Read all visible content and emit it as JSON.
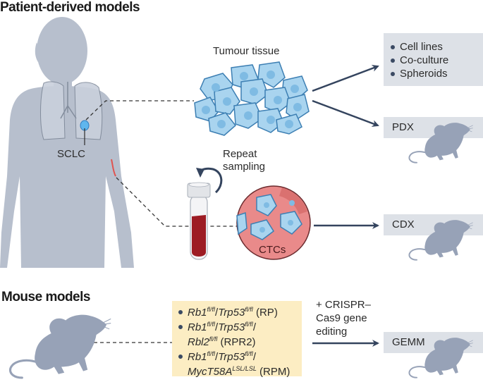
{
  "sections": {
    "patient_title": "Patient-derived models",
    "mouse_title": "Mouse models"
  },
  "labels": {
    "sclc": "SCLC",
    "tumour_tissue": "Tumour tissue",
    "repeat_sampling_line1": "Repeat",
    "repeat_sampling_line2": "sampling",
    "ctcs": "CTCs",
    "crispr_line1": "+ CRISPR–",
    "crispr_line2": "Cas9 gene",
    "crispr_line3": "editing"
  },
  "outputs": {
    "culture_items": [
      "Cell lines",
      "Co-culture",
      "Spheroids"
    ],
    "pdx": "PDX",
    "cdx": "CDX",
    "gemm": "GEMM"
  },
  "genotypes": [
    {
      "parts": [
        {
          "gene": "Rb1",
          "sup": "fl/fl"
        },
        {
          "sep": "/"
        },
        {
          "gene": "Trp53",
          "sup": "fl/fl"
        }
      ],
      "suffix": " (RP)"
    },
    {
      "parts": [
        {
          "gene": "Rb1",
          "sup": "fl/fl"
        },
        {
          "sep": "/"
        },
        {
          "gene": "Trp53",
          "sup": "fl/fl"
        },
        {
          "sep": "/"
        },
        {
          "gene": "Rbl2",
          "sup": "fl/fl"
        }
      ],
      "suffix": " (RPR2)"
    },
    {
      "parts": [
        {
          "gene": "Rb1",
          "sup": "fl/fl"
        },
        {
          "sep": "/"
        },
        {
          "gene": "Trp53",
          "sup": "fl/fl"
        },
        {
          "sep": "/"
        },
        {
          "gene": "MycT58A",
          "sup": "LSL/LSL"
        }
      ],
      "suffix": " (RPM)"
    }
  ],
  "icons": {
    "human": "human-silhouette",
    "mouse": "mouse-silhouette",
    "tube": "blood-tube",
    "tissue": "tumour-cells",
    "ctc": "ctc-circle"
  },
  "colors": {
    "silhouette": "#b7bfcd",
    "mouse": "#97a2b7",
    "gray_box": "#dde1e7",
    "yellow_box": "#fcedc3",
    "arrow": "#34445e",
    "cell_fill": "#a9d4ef",
    "cell_stroke": "#3d7fb3",
    "ctc_bg": "#e98a8a",
    "blood": "#9d1c24"
  }
}
